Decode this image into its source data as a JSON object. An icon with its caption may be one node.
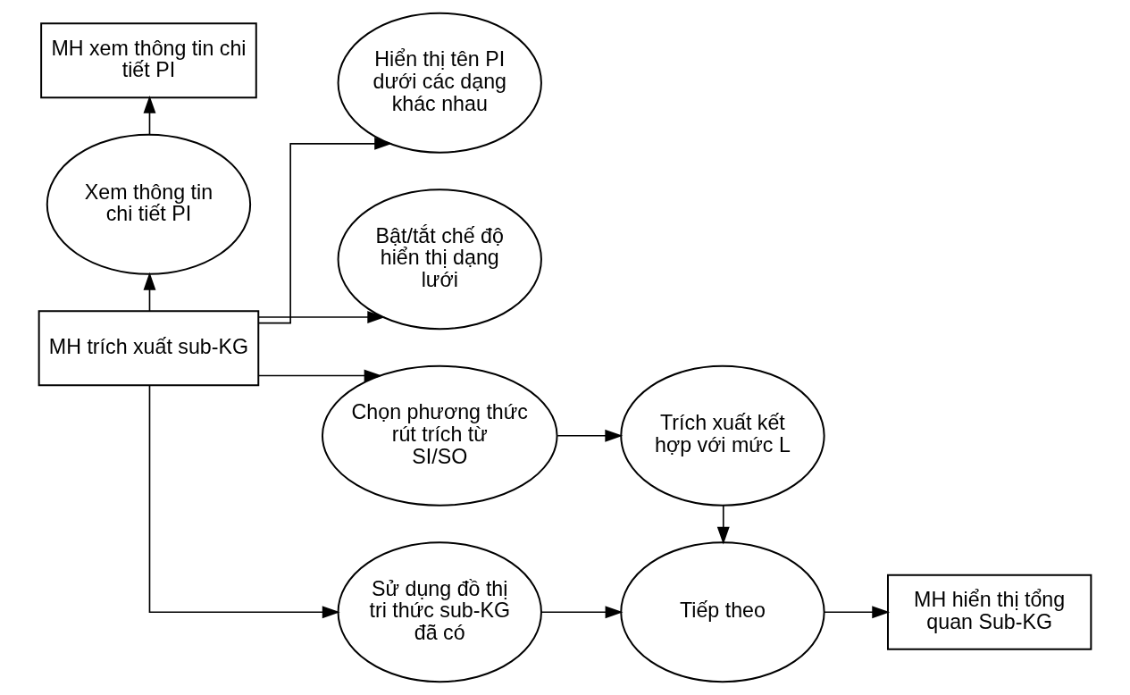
{
  "diagram": {
    "nodes": [
      {
        "text": [
          "MH xem thông tin chi tiết PI"
        ]
      },
      {
        "text": [
          "Hiển thị tên PI dưới các dạng khác nhau"
        ]
      },
      {
        "text": [
          "Xem thông tin chi tiết PI"
        ]
      },
      {
        "text": [
          "Bật/tắt chế độ hiển thị dạng lưới"
        ]
      },
      {
        "text": [
          "MH trích xuất sub-KG"
        ]
      },
      {
        "text": [
          "Chọn phương thức rút trích từ SI/SO"
        ]
      },
      {
        "text": [
          "Trích xuất kết hợp với mức L"
        ]
      },
      {
        "text": [
          "Sử dụng đồ thị tri thức sub-KG đã có"
        ]
      },
      {
        "text": [
          "Tiếp theo"
        ]
      },
      {
        "text": [
          "MH hiển thị tổng quan Sub-KG"
        ]
      }
    ],
    "edges": [
      {
        "from": 4,
        "to": 2,
        "arrow": "to"
      },
      {
        "from": 2,
        "to": 0,
        "arrow": "to"
      },
      {
        "from": 4,
        "to": 1,
        "arrow": "to"
      },
      {
        "from": 4,
        "to": 3,
        "arrow": "to"
      },
      {
        "from": 4,
        "to": 5,
        "arrow": "to"
      },
      {
        "from": 4,
        "to": 7,
        "arrow": "to"
      },
      {
        "from": 5,
        "to": 6,
        "arrow": "to"
      },
      {
        "from": 6,
        "to": 8,
        "arrow": "to"
      },
      {
        "from": 7,
        "to": 8,
        "arrow": "to"
      },
      {
        "from": 8,
        "to": 9,
        "arrow": "to"
      }
    ]
  }
}
